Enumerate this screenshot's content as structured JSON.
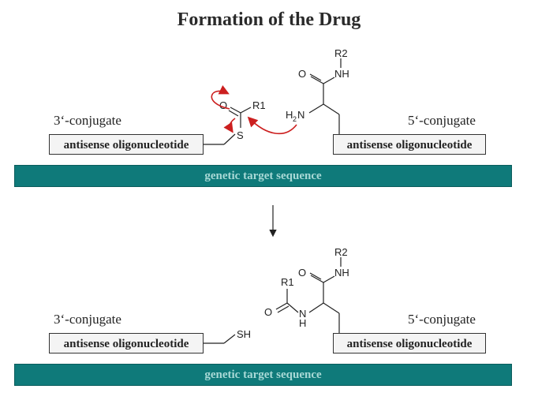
{
  "title": "Formation of the Drug",
  "top": {
    "left_conjugate": "3‘-conjugate",
    "right_conjugate": "5‘-conjugate",
    "left_oligo": "antisense oligonucleotide",
    "right_oligo": "antisense oligonucleotide",
    "target": "genetic target sequence",
    "labels": {
      "r2": "R2",
      "o_amide": "O",
      "nh_amide": "NH",
      "o_thio": "O",
      "r1": "R1",
      "s": "S",
      "h2n": "H",
      "h2n_sub": "2",
      "h2n_n": "N"
    }
  },
  "bottom": {
    "left_conjugate": "3‘-conjugate",
    "right_conjugate": "5‘-conjugate",
    "left_oligo": "antisense oligonucleotide",
    "right_oligo": "antisense oligonucleotide",
    "target": "genetic target sequence",
    "labels": {
      "r2": "R2",
      "o_amide": "O",
      "nh_amide": "NH",
      "r1": "R1",
      "o_acyl": "O",
      "n": "N",
      "h": "H",
      "sh": "SH"
    }
  },
  "colors": {
    "target_bg": "#0f7a7a",
    "target_text": "#a8d9d6",
    "arrow_red": "#cc1f1f"
  }
}
